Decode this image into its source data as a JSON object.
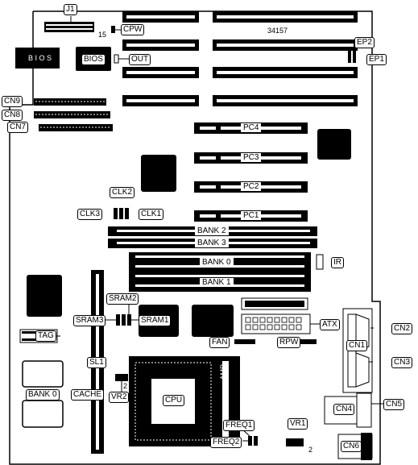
{
  "labels": {
    "j1": "J1",
    "pin15": "15",
    "cpw": "CPW",
    "board_number": "34157",
    "bios_chip": "B I O S",
    "bios": "BIOS",
    "out": "OUT",
    "ep2": "EP2",
    "ep1": "EP1",
    "cn9": "CN9",
    "cn8": "CN8",
    "cn7": "CN7",
    "pc4": "PC4",
    "pc3": "PC3",
    "pc2": "PC2",
    "pc1": "PC1",
    "clk2": "CLK2",
    "clk3": "CLK3",
    "clk1": "CLK1",
    "bank2": "BANK 2",
    "bank3": "BANK 3",
    "bank0": "BANK 0",
    "bank1": "BANK 1",
    "ir": "IR",
    "sram2": "SRAM2",
    "sram3": "SRAM3",
    "sram1": "SRAM1",
    "tag": "TAG",
    "atx": "ATX",
    "cn2": "CN2",
    "cn1": "CN1",
    "fan": "FAN",
    "rpw": "RPW",
    "cn3": "CN3",
    "sl1": "SL1",
    "cache_bank0": "BANK 0",
    "cache": "CACHE",
    "vr2": "VR2",
    "pin2a": "2",
    "cpu": "CPU",
    "amp": "AMP",
    "cn5": "CN5",
    "cn4": "CN4",
    "vr1": "VR1",
    "pin2b": "2",
    "freq1": "FREQ1",
    "freq2": "FREQ2",
    "cn6": "CN6"
  }
}
